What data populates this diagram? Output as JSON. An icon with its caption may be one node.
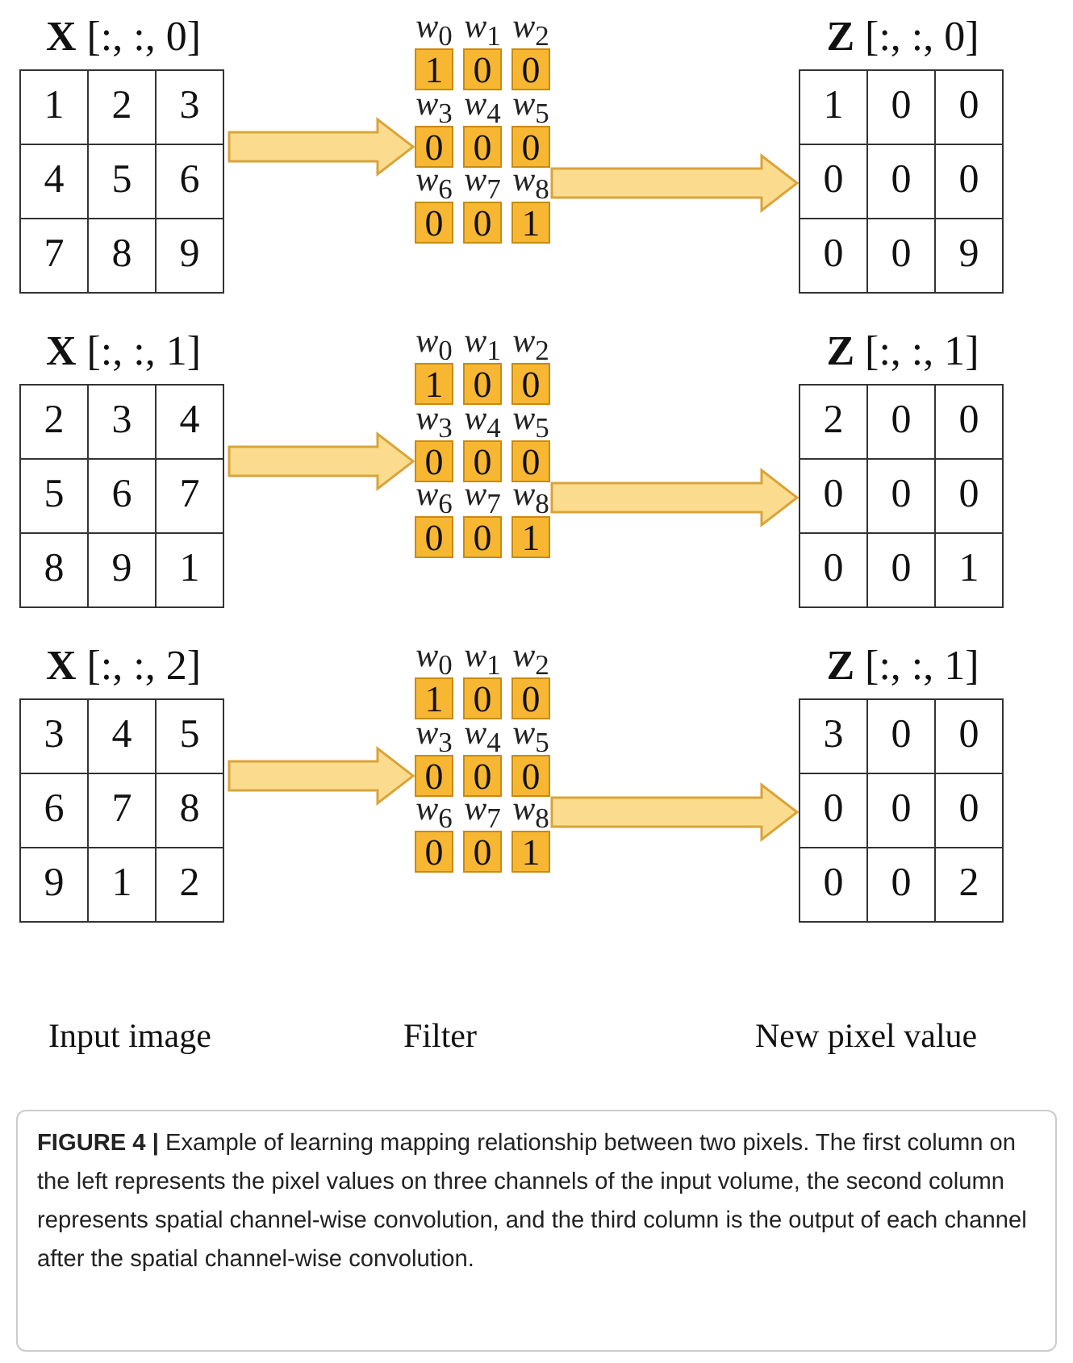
{
  "diagram": {
    "caption": "**FIGURE 4 |** Example of learning mapping relationship between two pixels. The first column on the left represents the pixel values on three channels of the input volume, the second column represents spatial channel-wise convolution, and the third column is the output of each channel after the spatial channel-wise convolution.",
    "nodes": [
      {
        "text": [
          "**X** [:, :, 0]"
        ]
      },
      {
        "text": [
          "1"
        ],
        "in": 0
      },
      {
        "text": [
          "2"
        ],
        "in": 0
      },
      {
        "text": [
          "3"
        ],
        "in": 0
      },
      {
        "text": [
          "4"
        ],
        "in": 0
      },
      {
        "text": [
          "5"
        ],
        "in": 0
      },
      {
        "text": [
          "6"
        ],
        "in": 0
      },
      {
        "text": [
          "7"
        ],
        "in": 0
      },
      {
        "text": [
          "8"
        ],
        "in": 0
      },
      {
        "text": [
          "9"
        ],
        "in": 0
      },
      {
        "text": [
          "1"
        ],
        "beside": [
          "*w*$_{0}$"
        ]
      },
      {
        "text": [
          "0"
        ],
        "beside": [
          "*w*$_{1}$"
        ]
      },
      {
        "text": [
          "0"
        ],
        "beside": [
          "*w*$_{2}$"
        ]
      },
      {
        "text": [
          "0"
        ],
        "beside": [
          "*w*$_{3}$"
        ]
      },
      {
        "text": [
          "0"
        ],
        "beside": [
          "*w*$_{4}$"
        ]
      },
      {
        "text": [
          "0"
        ],
        "beside": [
          "*w*$_{5}$"
        ]
      },
      {
        "text": [
          "0"
        ],
        "beside": [
          "*w*$_{6}$"
        ]
      },
      {
        "text": [
          "0"
        ],
        "beside": [
          "*w*$_{7}$"
        ]
      },
      {
        "text": [
          "1"
        ],
        "beside": [
          "*w*$_{8}$"
        ]
      },
      {
        "text": [
          "**Z** [:, :, 0]"
        ]
      },
      {
        "text": [
          "1"
        ],
        "in": 19
      },
      {
        "text": [
          "0"
        ],
        "in": 19
      },
      {
        "text": [
          "0"
        ],
        "in": 19
      },
      {
        "text": [
          "0"
        ],
        "in": 19
      },
      {
        "text": [
          "0"
        ],
        "in": 19
      },
      {
        "text": [
          "0"
        ],
        "in": 19
      },
      {
        "text": [
          "0"
        ],
        "in": 19
      },
      {
        "text": [
          "0"
        ],
        "in": 19
      },
      {
        "text": [
          "9"
        ],
        "in": 19
      },
      {
        "text": [
          "**X** [:, :, 1]"
        ]
      },
      {
        "text": [
          "2"
        ],
        "in": 29
      },
      {
        "text": [
          "3"
        ],
        "in": 29
      },
      {
        "text": [
          "4"
        ],
        "in": 29
      },
      {
        "text": [
          "5"
        ],
        "in": 29
      },
      {
        "text": [
          "6"
        ],
        "in": 29
      },
      {
        "text": [
          "7"
        ],
        "in": 29
      },
      {
        "text": [
          "8"
        ],
        "in": 29
      },
      {
        "text": [
          "9"
        ],
        "in": 29
      },
      {
        "text": [
          "1"
        ],
        "in": 29
      },
      {
        "text": [
          "1"
        ],
        "beside": [
          "*w*$_{0}$"
        ]
      },
      {
        "text": [
          "0"
        ],
        "beside": [
          "*w*$_{1}$"
        ]
      },
      {
        "text": [
          "0"
        ],
        "beside": [
          "*w*$_{2}$"
        ]
      },
      {
        "text": [
          "0"
        ],
        "beside": [
          "*w*$_{3}$"
        ]
      },
      {
        "text": [
          "0"
        ],
        "beside": [
          "*w*$_{4}$"
        ]
      },
      {
        "text": [
          "0"
        ],
        "beside": [
          "*w*$_{5}$"
        ]
      },
      {
        "text": [
          "0"
        ],
        "beside": [
          "*w*$_{6}$"
        ]
      },
      {
        "text": [
          "0"
        ],
        "beside": [
          "*w*$_{7}$"
        ]
      },
      {
        "text": [
          "1"
        ],
        "beside": [
          "*w*$_{8}$"
        ]
      },
      {
        "text": [
          "**Z** [:, :, 1]"
        ]
      },
      {
        "text": [
          "2"
        ],
        "in": 48
      },
      {
        "text": [
          "0"
        ],
        "in": 48
      },
      {
        "text": [
          "0"
        ],
        "in": 48
      },
      {
        "text": [
          "0"
        ],
        "in": 48
      },
      {
        "text": [
          "0"
        ],
        "in": 48
      },
      {
        "text": [
          "0"
        ],
        "in": 48
      },
      {
        "text": [
          "0"
        ],
        "in": 48
      },
      {
        "text": [
          "0"
        ],
        "in": 48
      },
      {
        "text": [
          "1"
        ],
        "in": 48
      },
      {
        "text": [
          "**X** [:, :, 2]"
        ]
      },
      {
        "text": [
          "3"
        ],
        "in": 58
      },
      {
        "text": [
          "4"
        ],
        "in": 58
      },
      {
        "text": [
          "5"
        ],
        "in": 58
      },
      {
        "text": [
          "6"
        ],
        "in": 58
      },
      {
        "text": [
          "7"
        ],
        "in": 58
      },
      {
        "text": [
          "8"
        ],
        "in": 58
      },
      {
        "text": [
          "9"
        ],
        "in": 58
      },
      {
        "text": [
          "1"
        ],
        "in": 58
      },
      {
        "text": [
          "2"
        ],
        "in": 58
      },
      {
        "text": [
          "1"
        ],
        "beside": [
          "*w*$_{0}$"
        ]
      },
      {
        "text": [
          "0"
        ],
        "beside": [
          "*w*$_{1}$"
        ]
      },
      {
        "text": [
          "0"
        ],
        "beside": [
          "*w*$_{2}$"
        ]
      },
      {
        "text": [
          "0"
        ],
        "beside": [
          "*w*$_{3}$"
        ]
      },
      {
        "text": [
          "0"
        ],
        "beside": [
          "*w*$_{4}$"
        ]
      },
      {
        "text": [
          "0"
        ],
        "beside": [
          "*w*$_{5}$"
        ]
      },
      {
        "text": [
          "0"
        ],
        "beside": [
          "*w*$_{6}$"
        ]
      },
      {
        "text": [
          "0"
        ],
        "beside": [
          "*w*$_{7}$"
        ]
      },
      {
        "text": [
          "1"
        ],
        "beside": [
          "*w*$_{8}$"
        ]
      },
      {
        "text": [
          "**Z** [:, :, 1]"
        ]
      },
      {
        "text": [
          "3"
        ],
        "in": 77
      },
      {
        "text": [
          "0"
        ],
        "in": 77
      },
      {
        "text": [
          "0"
        ],
        "in": 77
      },
      {
        "text": [
          "0"
        ],
        "in": 77
      },
      {
        "text": [
          "0"
        ],
        "in": 77
      },
      {
        "text": [
          "0"
        ],
        "in": 77
      },
      {
        "text": [
          "0"
        ],
        "in": 77
      },
      {
        "text": [
          "0"
        ],
        "in": 77
      },
      {
        "text": [
          "2"
        ],
        "in": 77
      }
    ],
    "edges": [
      {
        "from": 0,
        "to": 13,
        "arrow": "to"
      },
      {
        "from": 15,
        "to": 19,
        "arrow": "to"
      },
      {
        "from": 29,
        "to": 42,
        "arrow": "to"
      },
      {
        "from": 44,
        "to": 48,
        "arrow": "to"
      },
      {
        "from": 58,
        "to": 71,
        "arrow": "to"
      },
      {
        "from": 73,
        "to": 77,
        "arrow": "to"
      }
    ],
    "labels": [
      "Input image",
      "Filter",
      "New pixel value"
    ]
  }
}
